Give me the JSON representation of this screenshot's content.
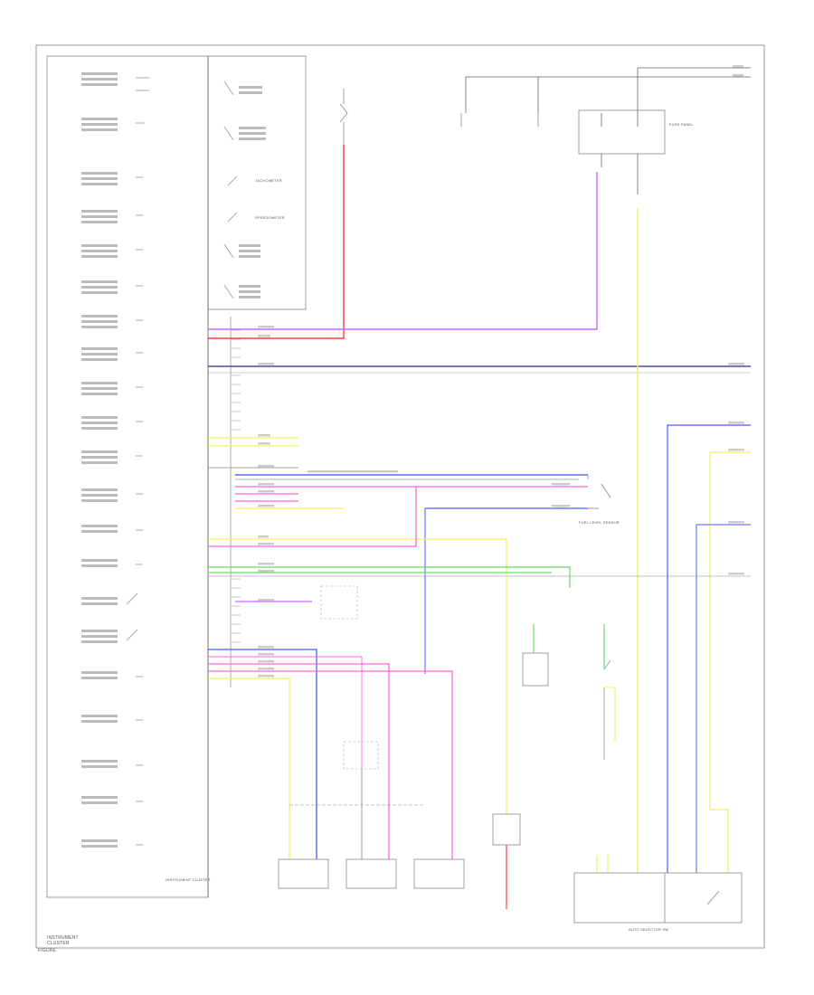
{
  "caption": {
    "title_line1": "INSTRUMENT",
    "title_line2": "CLUSTER",
    "footer": "FIGURE"
  },
  "cluster": {
    "label": "INSTRUMENT CLUSTER",
    "components": {
      "tachometer": "TACHOMETER",
      "speedometer": "SPEEDOMETER"
    }
  },
  "modules": {
    "fuse_panel": "FUSE PANEL",
    "fuel_level_sensor": "FUEL LEVEL SENSOR",
    "auto_selector": "AUTO SELECTOR SW"
  },
  "wire_colors": {
    "red": "#ff3b3b",
    "violet": "#cc66ff",
    "blue": "#3c4cff",
    "yellow": "#f0f060",
    "green": "#66dd66",
    "pink": "#ff66dd",
    "black": "#333333",
    "gray": "#888888"
  }
}
